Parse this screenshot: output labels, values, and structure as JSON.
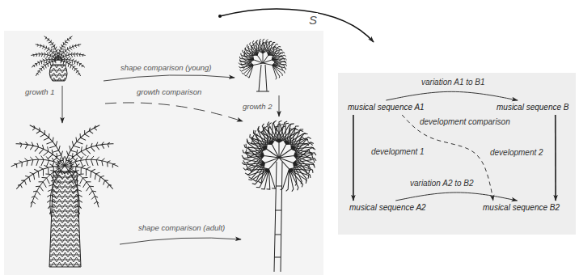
{
  "diagram": {
    "nodes": [
      {
        "text": [
          "musical sequence A1"
        ]
      },
      {
        "text": [
          "musical sequence B"
        ]
      },
      {
        "text": [
          "musical sequence A2"
        ]
      },
      {
        "text": [
          "musical sequence B2"
        ]
      }
    ],
    "edges": [
      {
        "from": 0,
        "to": 1,
        "arrow": "to",
        "label": "variation A1 to B1"
      },
      {
        "from": 0,
        "to": 2,
        "arrow": "to",
        "label": "development 1"
      },
      {
        "from": 1,
        "to": 3,
        "arrow": "to",
        "label": "development 2"
      },
      {
        "from": 0,
        "to": 3,
        "arrow": "to",
        "label": "development comparison"
      },
      {
        "from": 2,
        "to": 3,
        "arrow": "to",
        "label": "variation A2 to B2"
      }
    ],
    "labels": [
      "S",
      "shape comparison (young)",
      "growth comparison",
      "growth 1",
      "growth 2",
      "shape comparison (adult)"
    ]
  }
}
